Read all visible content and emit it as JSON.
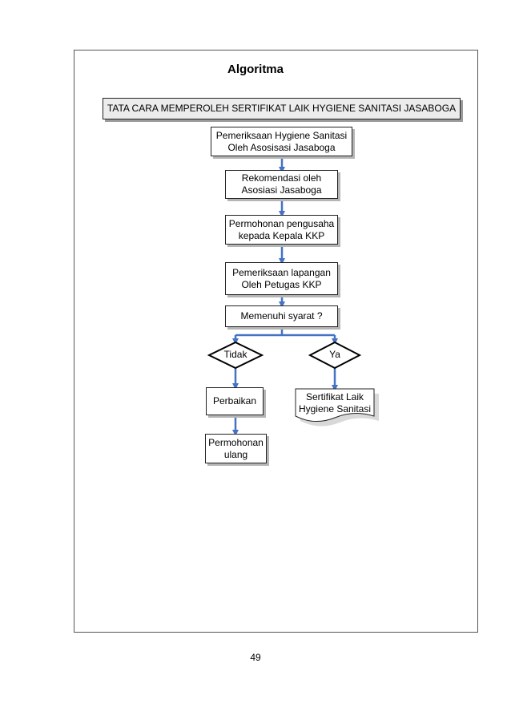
{
  "title": "Algoritma",
  "header": "TATA CARA MEMPEROLEH SERTIFIKAT LAIK HYGIENE SANITASI JASABOGA",
  "steps": [
    {
      "line1": "Pemeriksaan Hygiene Sanitasi",
      "line2": "Oleh Asosisasi Jasaboga"
    },
    {
      "line1": "Rekomendasi oleh",
      "line2": "Asosiasi Jasaboga"
    },
    {
      "line1": "Permohonan pengusaha",
      "line2": "kepada Kepala KKP"
    },
    {
      "line1": "Pemeriksaan lapangan",
      "line2": "Oleh Petugas KKP"
    }
  ],
  "decision": "Memenuhi syarat ?",
  "branches": {
    "no": {
      "label": "Tidak",
      "action": "Perbaikan",
      "next_line1": "Permohonan",
      "next_line2": "ulang"
    },
    "yes": {
      "label": "Ya",
      "doc_line1": "Sertifikat Laik",
      "doc_line2": "Hygiene Sanitasi"
    }
  },
  "page_number": "49",
  "colors": {
    "arrow": "#4472c4",
    "shadow": "#b5b5b5",
    "header_fill": "#ececec"
  }
}
